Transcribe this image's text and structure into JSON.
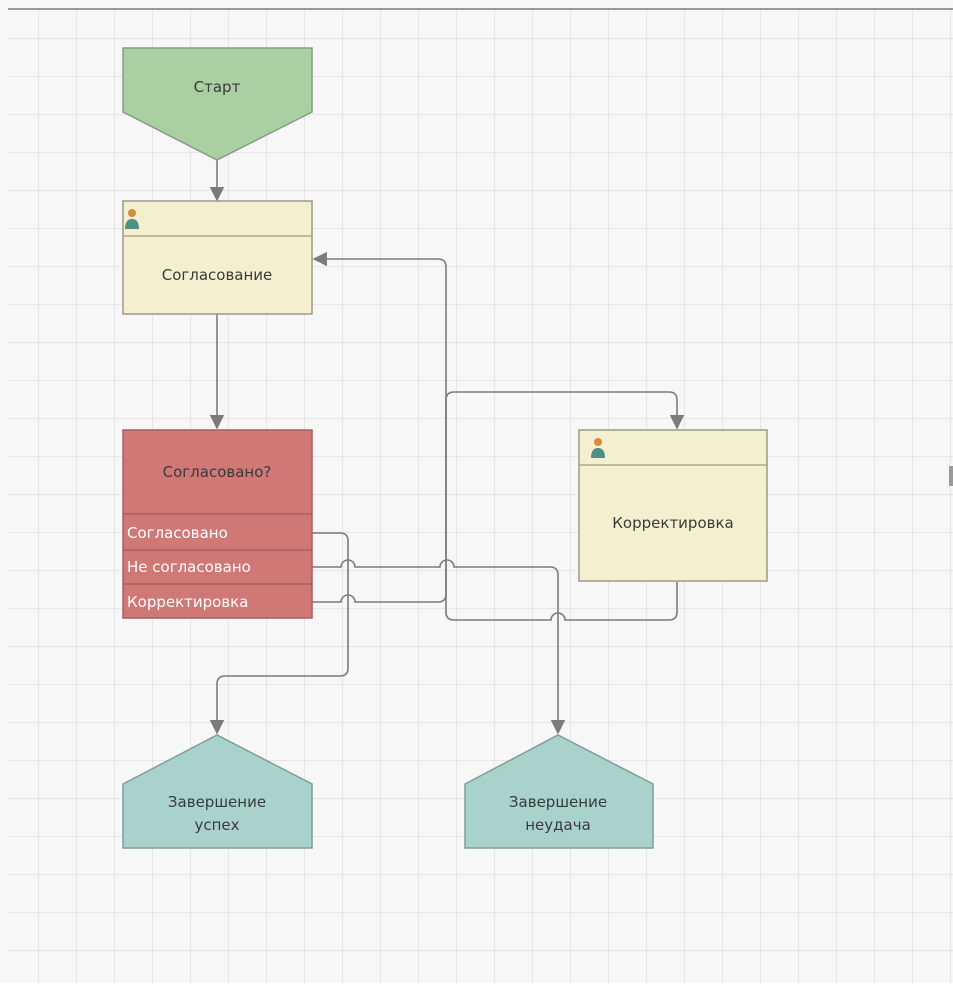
{
  "nodes": {
    "start": {
      "label": "Старт",
      "fill": "#a9cfa2",
      "stroke": "#8a9a86"
    },
    "approval": {
      "label": "Согласование",
      "icon": "user-icon",
      "fill": "#f4f0cf",
      "header_fill": "#efeccb"
    },
    "decision": {
      "label": "Согласовано?",
      "fill": "#cf7876",
      "outcomes": [
        "Согласовано",
        "Не согласовано",
        "Корректировка"
      ]
    },
    "correction": {
      "label": "Корректировка",
      "icon": "user-icon",
      "fill": "#f4f0cf"
    },
    "end_success": {
      "label_line1": "Завершение",
      "label_line2": "успех",
      "fill": "#a9d2cc"
    },
    "end_failure": {
      "label_line1": "Завершение",
      "label_line2": "неудача",
      "fill": "#a9d2cc"
    }
  },
  "colors": {
    "grid": "#d5d5d5",
    "connector": "#7b7b7b",
    "background": "#f7f7f7"
  }
}
